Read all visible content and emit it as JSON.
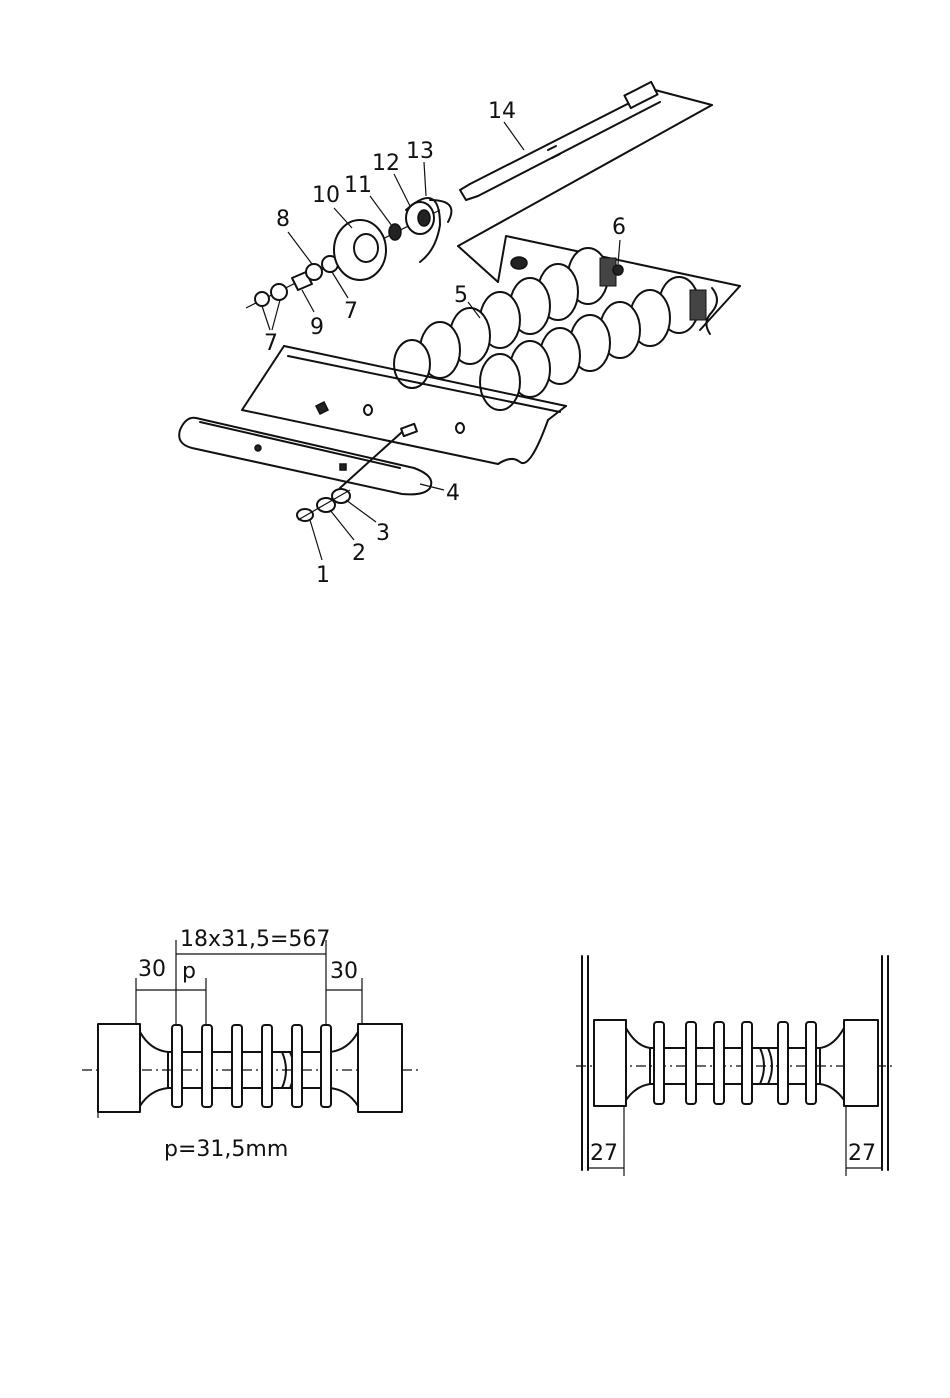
{
  "exploded_view": {
    "callouts": [
      "1",
      "2",
      "3",
      "4",
      "5",
      "6",
      "7",
      "7",
      "8",
      "9",
      "10",
      "11",
      "12",
      "13",
      "14"
    ]
  },
  "dimension_view_left": {
    "overall_dim": "18x31,5=567",
    "left_dim": "30",
    "pitch_label": "p",
    "right_dim": "30",
    "pitch_note": "p=31,5mm"
  },
  "dimension_view_right": {
    "left_dim": "27",
    "right_dim": "27"
  }
}
